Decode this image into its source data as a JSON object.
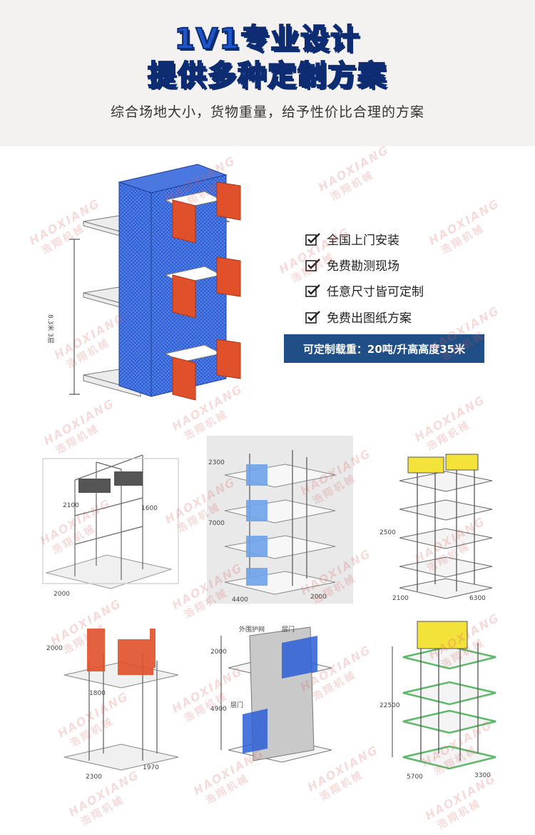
{
  "header": {
    "title_line1": "1V1专业设计",
    "title_line2": "提供多种定制方案",
    "subtitle": "综合场地大小，货物重量，给予性价比合理的方案"
  },
  "features": [
    {
      "label": "全国上门安装",
      "icon": "check-icon"
    },
    {
      "label": "免费勘测现场",
      "icon": "check-icon"
    },
    {
      "label": "任意尺寸皆可定制",
      "icon": "check-icon"
    },
    {
      "label": "免费出图纸方案",
      "icon": "check-icon"
    }
  ],
  "badge": "可定制载重：20吨/升高高度35米",
  "main_diagram": {
    "height_label": "8.3米 3层"
  },
  "watermark": {
    "en": "HAOXIANG",
    "cn": "浩翔机械"
  },
  "diagrams": [
    {
      "dims": [
        "2100",
        "1600",
        "2000"
      ]
    },
    {
      "dims": [
        "2300",
        "7000",
        "4400",
        "2000"
      ]
    },
    {
      "dims": [
        "2500",
        "2100",
        "6300"
      ]
    },
    {
      "dims": [
        "2000",
        "1800",
        "2300",
        "1970"
      ]
    },
    {
      "dims": [
        "2000",
        "4900"
      ],
      "tags": [
        "外围护网",
        "层门",
        "层门"
      ]
    },
    {
      "dims": [
        "22500",
        "5700",
        "3300"
      ]
    }
  ],
  "colors": {
    "title": "#1d56c9",
    "badge": "#1f4f86",
    "mesh_blue": "#2c5fd6",
    "door_red": "#e0502a",
    "yellow": "#f2e23a",
    "green": "#5fb86a"
  }
}
